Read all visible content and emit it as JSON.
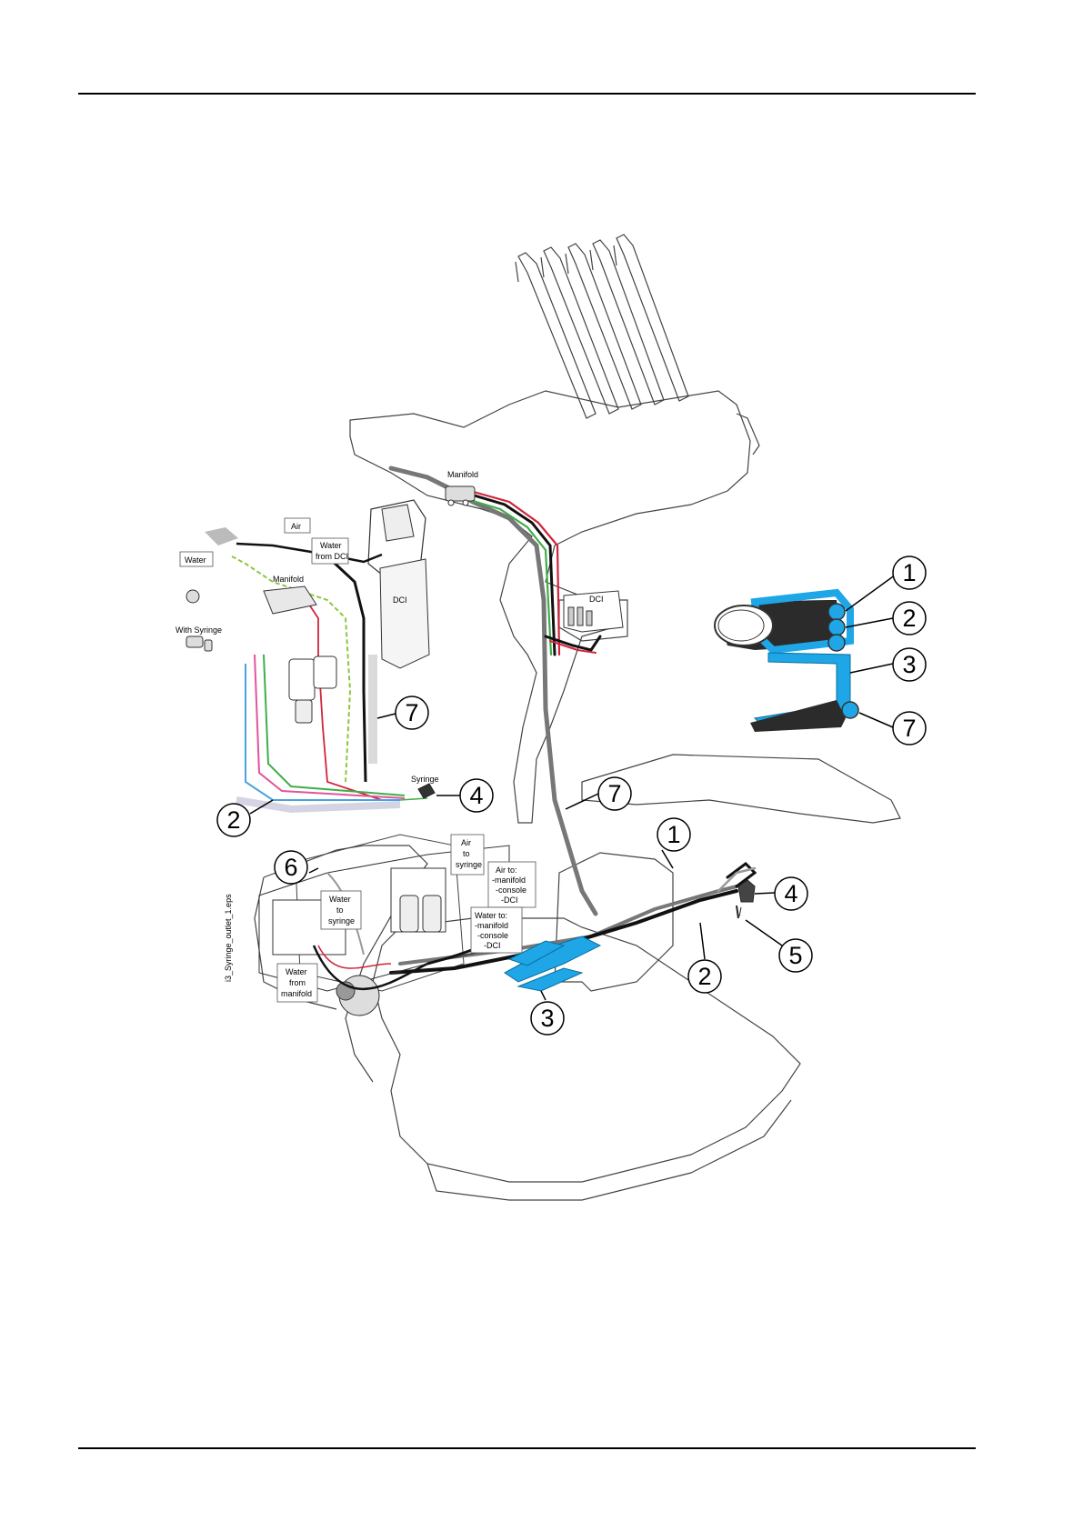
{
  "labels": {
    "manifold_top": "Manifold",
    "dci_right": "DCI",
    "air": "Air",
    "water": "Water",
    "water_from_dci": [
      "Water",
      "from DCI"
    ],
    "manifold_left": "Manifold",
    "dci_left": "DCI",
    "with_syringe": "With Syringe",
    "syringe": "Syringe",
    "air_to_syringe": [
      "Air",
      "to",
      "syringe"
    ],
    "water_to_syringe": [
      "Water",
      "to",
      "syringe"
    ],
    "air_to_list": [
      "Air to:",
      "-manifold",
      "-console",
      "-DCI"
    ],
    "water_to_list": [
      "Water to:",
      "-manifold",
      "-console",
      "-DCI"
    ],
    "water_from_manifold": [
      "Water",
      "from",
      "manifold"
    ],
    "file_name": "i3_Syringe_outlet_1.eps"
  },
  "callouts": [
    "1",
    "2",
    "3",
    "7",
    "7",
    "2",
    "4",
    "7",
    "1",
    "6",
    "4",
    "5",
    "2",
    "3"
  ],
  "colors": {
    "tube_black": "#111111",
    "tube_grey": "#777777",
    "tube_red": "#d0243c",
    "tube_green": "#3fae49",
    "tube_blue": "#4aa3df",
    "tube_pink": "#e0559b",
    "tube_lime": "#8cc63f",
    "bundle_cyan": "#1ea6e6",
    "outline": "#444444"
  }
}
